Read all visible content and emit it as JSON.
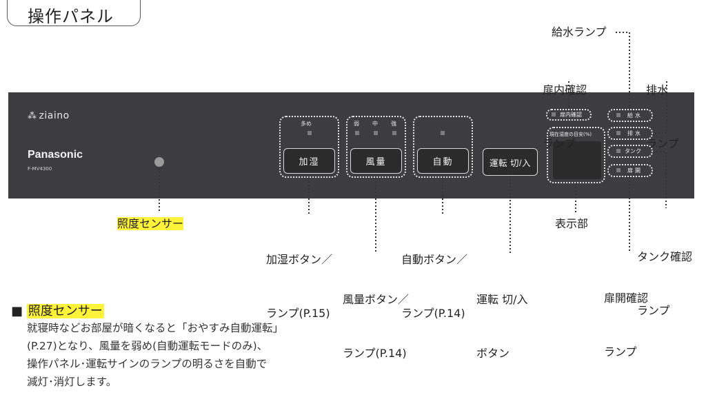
{
  "title": "操作パネル",
  "panel": {
    "brand_logo": "ziaino",
    "maker": "Panasonic",
    "model": "F-MV4300",
    "humidify_level_label": "多め",
    "humidify_button": "加湿",
    "fan_level_labels": [
      "弱",
      "中",
      "強"
    ],
    "fan_button": "風量",
    "auto_button": "自動",
    "power_button": "運転 切/入",
    "door_check_lamp": "扉内確認",
    "display_caption": "現在湿度の目安(%)",
    "supply_lamp": "給水",
    "drain_lamp": "排水",
    "tank_lamp": "タンク",
    "door_open_lamp": "扉開"
  },
  "callouts": {
    "light_sensor": "照度センサー",
    "humidify": [
      "加湿ボタン／",
      "ランプ(P.15)"
    ],
    "fan": [
      "風量ボタン／",
      "ランプ(P.14)"
    ],
    "auto": [
      "自動ボタン／",
      "ランプ(P.14)"
    ],
    "power": [
      "運転 切/入",
      "ボタン"
    ],
    "display": "表示部",
    "door_check": [
      "扉内確認",
      "ランプ"
    ],
    "supply": "給水ランプ",
    "drain": [
      "排水",
      "ランプ"
    ],
    "tank": [
      "タンク確認",
      "ランプ"
    ],
    "door_open": [
      "扉開確認",
      "ランプ"
    ]
  },
  "description": {
    "bullet": "■",
    "heading": "照度センサー",
    "lines": [
      "就寝時などお部屋が暗くなると「おやすみ自動運転」",
      "(P.27)となり、風量を弱め(自動運転モードのみ)、",
      "操作パネル･運転サインのランプの明るさを自動で",
      "減灯･消灯します。"
    ]
  },
  "colors": {
    "panel": "#3d3d3f",
    "highlight": "#fff23a"
  }
}
